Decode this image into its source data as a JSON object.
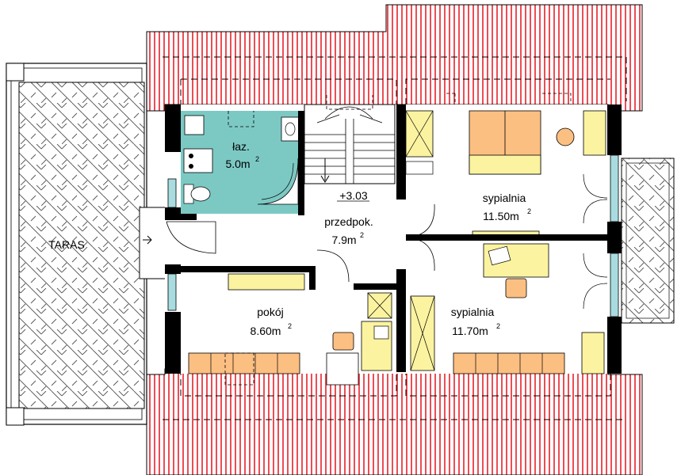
{
  "rooms": {
    "taras": {
      "name": "TARAS"
    },
    "lazienka": {
      "name": "łaz.",
      "area": "5.0m",
      "unit_sup": "2"
    },
    "przedpokoj": {
      "name": "przedpok.",
      "area": "7.9m",
      "unit_sup": "2",
      "level": "+3.03"
    },
    "sypialnia_1": {
      "name": "sypialnia",
      "area": "11.50m",
      "unit_sup": "2"
    },
    "sypialnia_2": {
      "name": "sypialnia",
      "area": "11.70m",
      "unit_sup": "2"
    },
    "pokoj": {
      "name": "pokój",
      "area": "8.60m",
      "unit_sup": "2"
    }
  },
  "colors": {
    "roof_hatch": "#e8202a",
    "roof_bg": "#ffe6e6",
    "bathroom_fill": "#7cc9c4",
    "furniture_fill": "#fbbf82",
    "cabinet_fill": "#fbf3a0",
    "wall": "#000000",
    "glass": "#a8dce0"
  }
}
